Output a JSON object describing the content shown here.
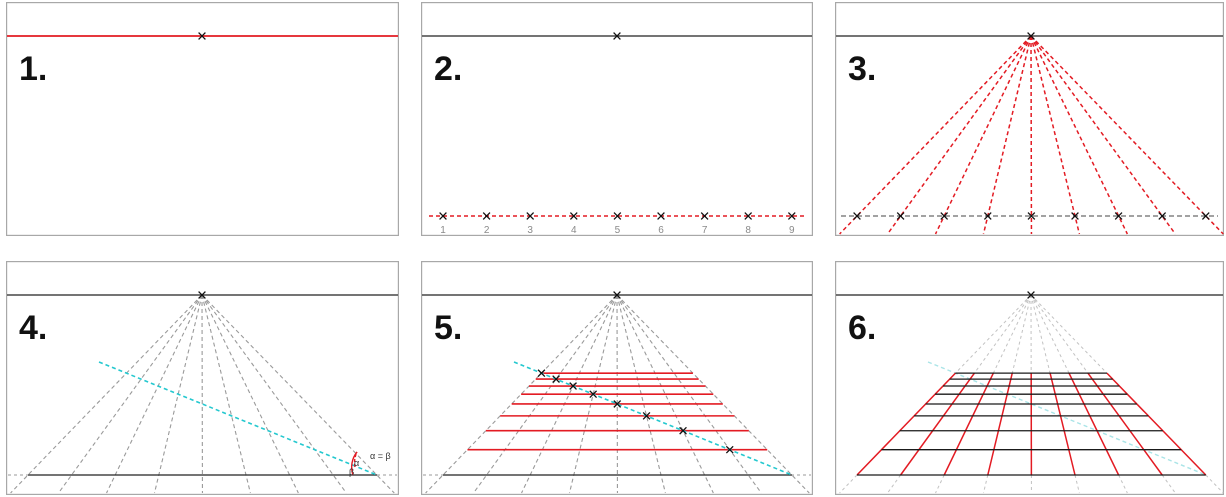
{
  "panels": [
    {
      "label": "1."
    },
    {
      "label": "2.",
      "point_numbers": [
        "1",
        "2",
        "3",
        "4",
        "5",
        "6",
        "7",
        "8",
        "9"
      ]
    },
    {
      "label": "3."
    },
    {
      "label": "4.",
      "angle_note": "α = β",
      "alpha": "α",
      "beta": "β"
    },
    {
      "label": "5."
    },
    {
      "label": "6."
    }
  ],
  "colors": {
    "horizon": "#222222",
    "highlight_red": "#e31b23",
    "guide_gray": "#9a9a9a",
    "diagonal_cyan": "#24c8cf",
    "frame": "#a8a8a8"
  }
}
